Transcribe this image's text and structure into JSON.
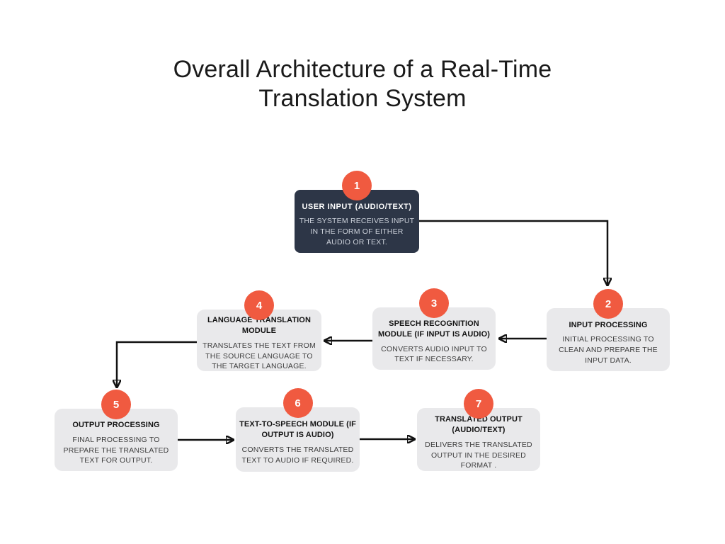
{
  "title": {
    "lines": [
      "Overall Architecture of a Real-Time",
      "Translation System"
    ]
  },
  "colors": {
    "background": "#ffffff",
    "accent": "#f05a40",
    "dark_node": "#2d3647",
    "light_node": "#e9e9eb",
    "title_text": "#1a1a1a",
    "node_title_text": "#141414",
    "node_desc_text": "#3e3e3e",
    "arrow": "#121212"
  },
  "nodes": [
    {
      "number": "1",
      "title": "USER INPUT (AUDIO/TEXT)",
      "description": "THE SYSTEM RECEIVES INPUT IN THE FORM OF EITHER AUDIO OR TEXT.",
      "variant": "dark"
    },
    {
      "number": "2",
      "title": "INPUT PROCESSING",
      "description": "INITIAL PROCESSING TO CLEAN AND PREPARE THE INPUT DATA.",
      "variant": "light"
    },
    {
      "number": "3",
      "title": "SPEECH RECOGNITION MODULE (IF INPUT IS AUDIO)",
      "description": "CONVERTS AUDIO INPUT TO TEXT IF NECESSARY.",
      "variant": "light"
    },
    {
      "number": "4",
      "title": "LANGUAGE TRANSLATION MODULE",
      "description": "TRANSLATES THE TEXT FROM THE SOURCE LANGUAGE TO THE TARGET LANGUAGE.",
      "variant": "light"
    },
    {
      "number": "5",
      "title": "OUTPUT PROCESSING",
      "description": "FINAL PROCESSING TO PREPARE THE TRANSLATED TEXT FOR OUTPUT.",
      "variant": "light"
    },
    {
      "number": "6",
      "title": "TEXT-TO-SPEECH MODULE (IF OUTPUT IS AUDIO)",
      "description": "CONVERTS THE TRANSLATED TEXT TO AUDIO IF REQUIRED.",
      "variant": "light"
    },
    {
      "number": "7",
      "title": "TRANSLATED OUTPUT (AUDIO/TEXT)",
      "description": "DELIVERS THE TRANSLATED OUTPUT IN THE DESIRED FORMAT .",
      "variant": "light"
    }
  ],
  "connections": [
    {
      "from": "1",
      "to": "2"
    },
    {
      "from": "2",
      "to": "3"
    },
    {
      "from": "3",
      "to": "4"
    },
    {
      "from": "4",
      "to": "5"
    },
    {
      "from": "5",
      "to": "6"
    },
    {
      "from": "6",
      "to": "7"
    }
  ]
}
